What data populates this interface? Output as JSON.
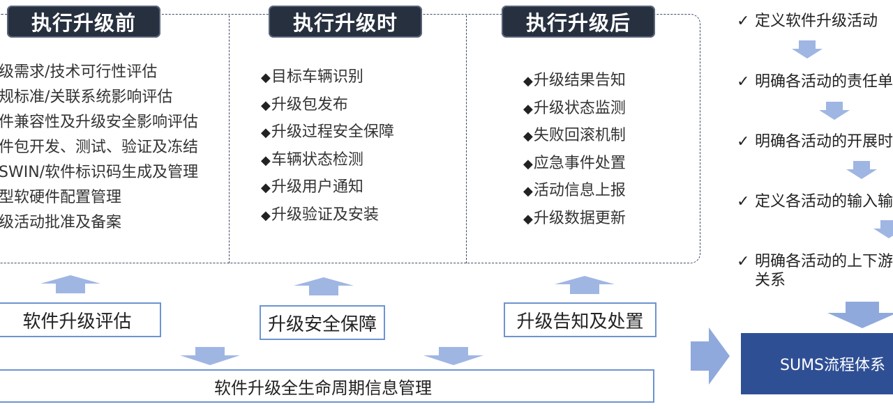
{
  "headers": {
    "before": "执行升级前",
    "during": "执行升级时",
    "after": "执行升级后"
  },
  "before_items": [
    "级需求/技术可行性评估",
    "规标准/关联系统影响评估",
    "件兼容性及升级安全影响评估",
    "件包开发、测试、验证及冻结",
    "SWIN/软件标识码生成及管理",
    "型软硬件配置管理",
    "级活动批准及备案"
  ],
  "during_items": [
    "目标车辆识别",
    "升级包发布",
    "升级过程安全保障",
    "车辆状态检测",
    "升级用户通知",
    "升级验证及安装"
  ],
  "after_items": [
    "升级结果告知",
    "升级状态监测",
    "失败回滚机制",
    "应急事件处置",
    "活动信息上报",
    "升级数据更新"
  ],
  "bullet": "◆",
  "boxes": {
    "evaluation": "软件升级评估",
    "safety": "升级安全保障",
    "notify": "升级告知及处置",
    "lifecycle": "软件升级全生命周期信息管理"
  },
  "checks": [
    "定义软件升级活动",
    "明确各活动的责任单",
    "明确各活动的开展时",
    "定义各活动的输入输",
    "明确各活动的上下游",
    "关系"
  ],
  "check_mark": "✓",
  "sums": "SUMS流程体系",
  "colors": {
    "header_bg": "#27303f",
    "box_border": "#6d93d1",
    "arrow": "#9fb6e3",
    "sums_bg": "#2f4f95"
  }
}
